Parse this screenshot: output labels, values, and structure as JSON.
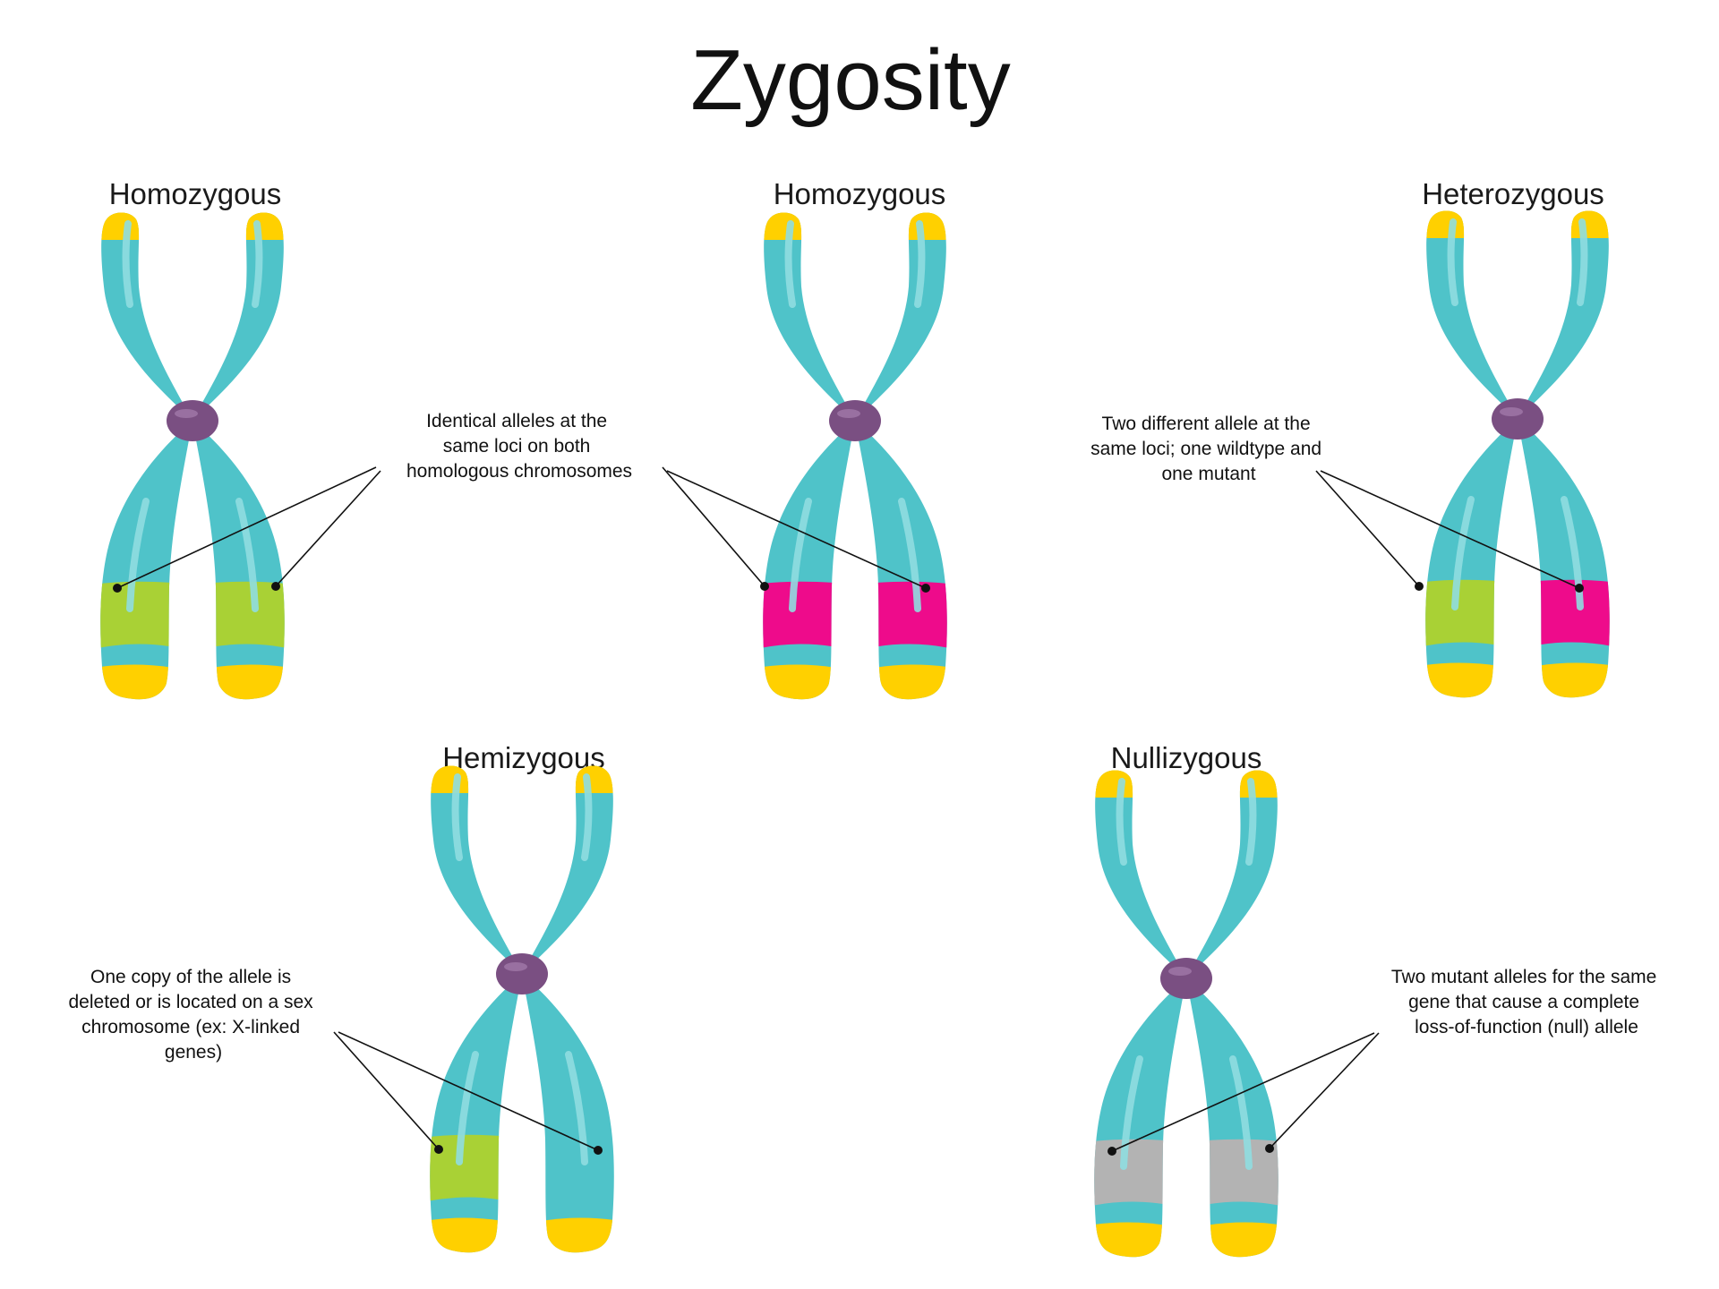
{
  "title": "Zygosity",
  "colors": {
    "chromatid": "#4fc3c9",
    "chromatid_highlight": "#8fdde0",
    "telomere": "#ffd000",
    "centromere": "#7a4f82",
    "allele_wildtype": "#a9d135",
    "allele_mutant": "#ee0b8b",
    "allele_null": "#b3b3b3"
  },
  "panels": [
    {
      "id": "homozygous-wildtype",
      "label": "Homozygous",
      "left_band": "allele_wildtype",
      "right_band": "allele_wildtype"
    },
    {
      "id": "homozygous-mutant",
      "label": "Homozygous",
      "left_band": "allele_mutant",
      "right_band": "allele_mutant"
    },
    {
      "id": "heterozygous",
      "label": "Heterozygous",
      "left_band": "allele_mutant",
      "right_band": "allele_wildtype"
    },
    {
      "id": "hemizygous",
      "label": "Hemizygous",
      "left_band": null,
      "right_band": "allele_wildtype"
    },
    {
      "id": "nullizygous",
      "label": "Nullizygous",
      "left_band": "allele_null",
      "right_band": "allele_null"
    }
  ],
  "annotations": {
    "identical": [
      "Identical alleles at the",
      "same loci on both",
      "homologous chromosomes"
    ],
    "different": [
      "Two different allele at the",
      "same loci; one wildtype and",
      "one mutant"
    ],
    "hemizygous": [
      "One copy of the allele is",
      "deleted or is located on a sex",
      "chromosome (ex: X-linked",
      "genes)"
    ],
    "nullizygous": [
      "Two mutant alleles for the same",
      "gene that cause a complete",
      "loss-of-function (null) allele"
    ]
  }
}
